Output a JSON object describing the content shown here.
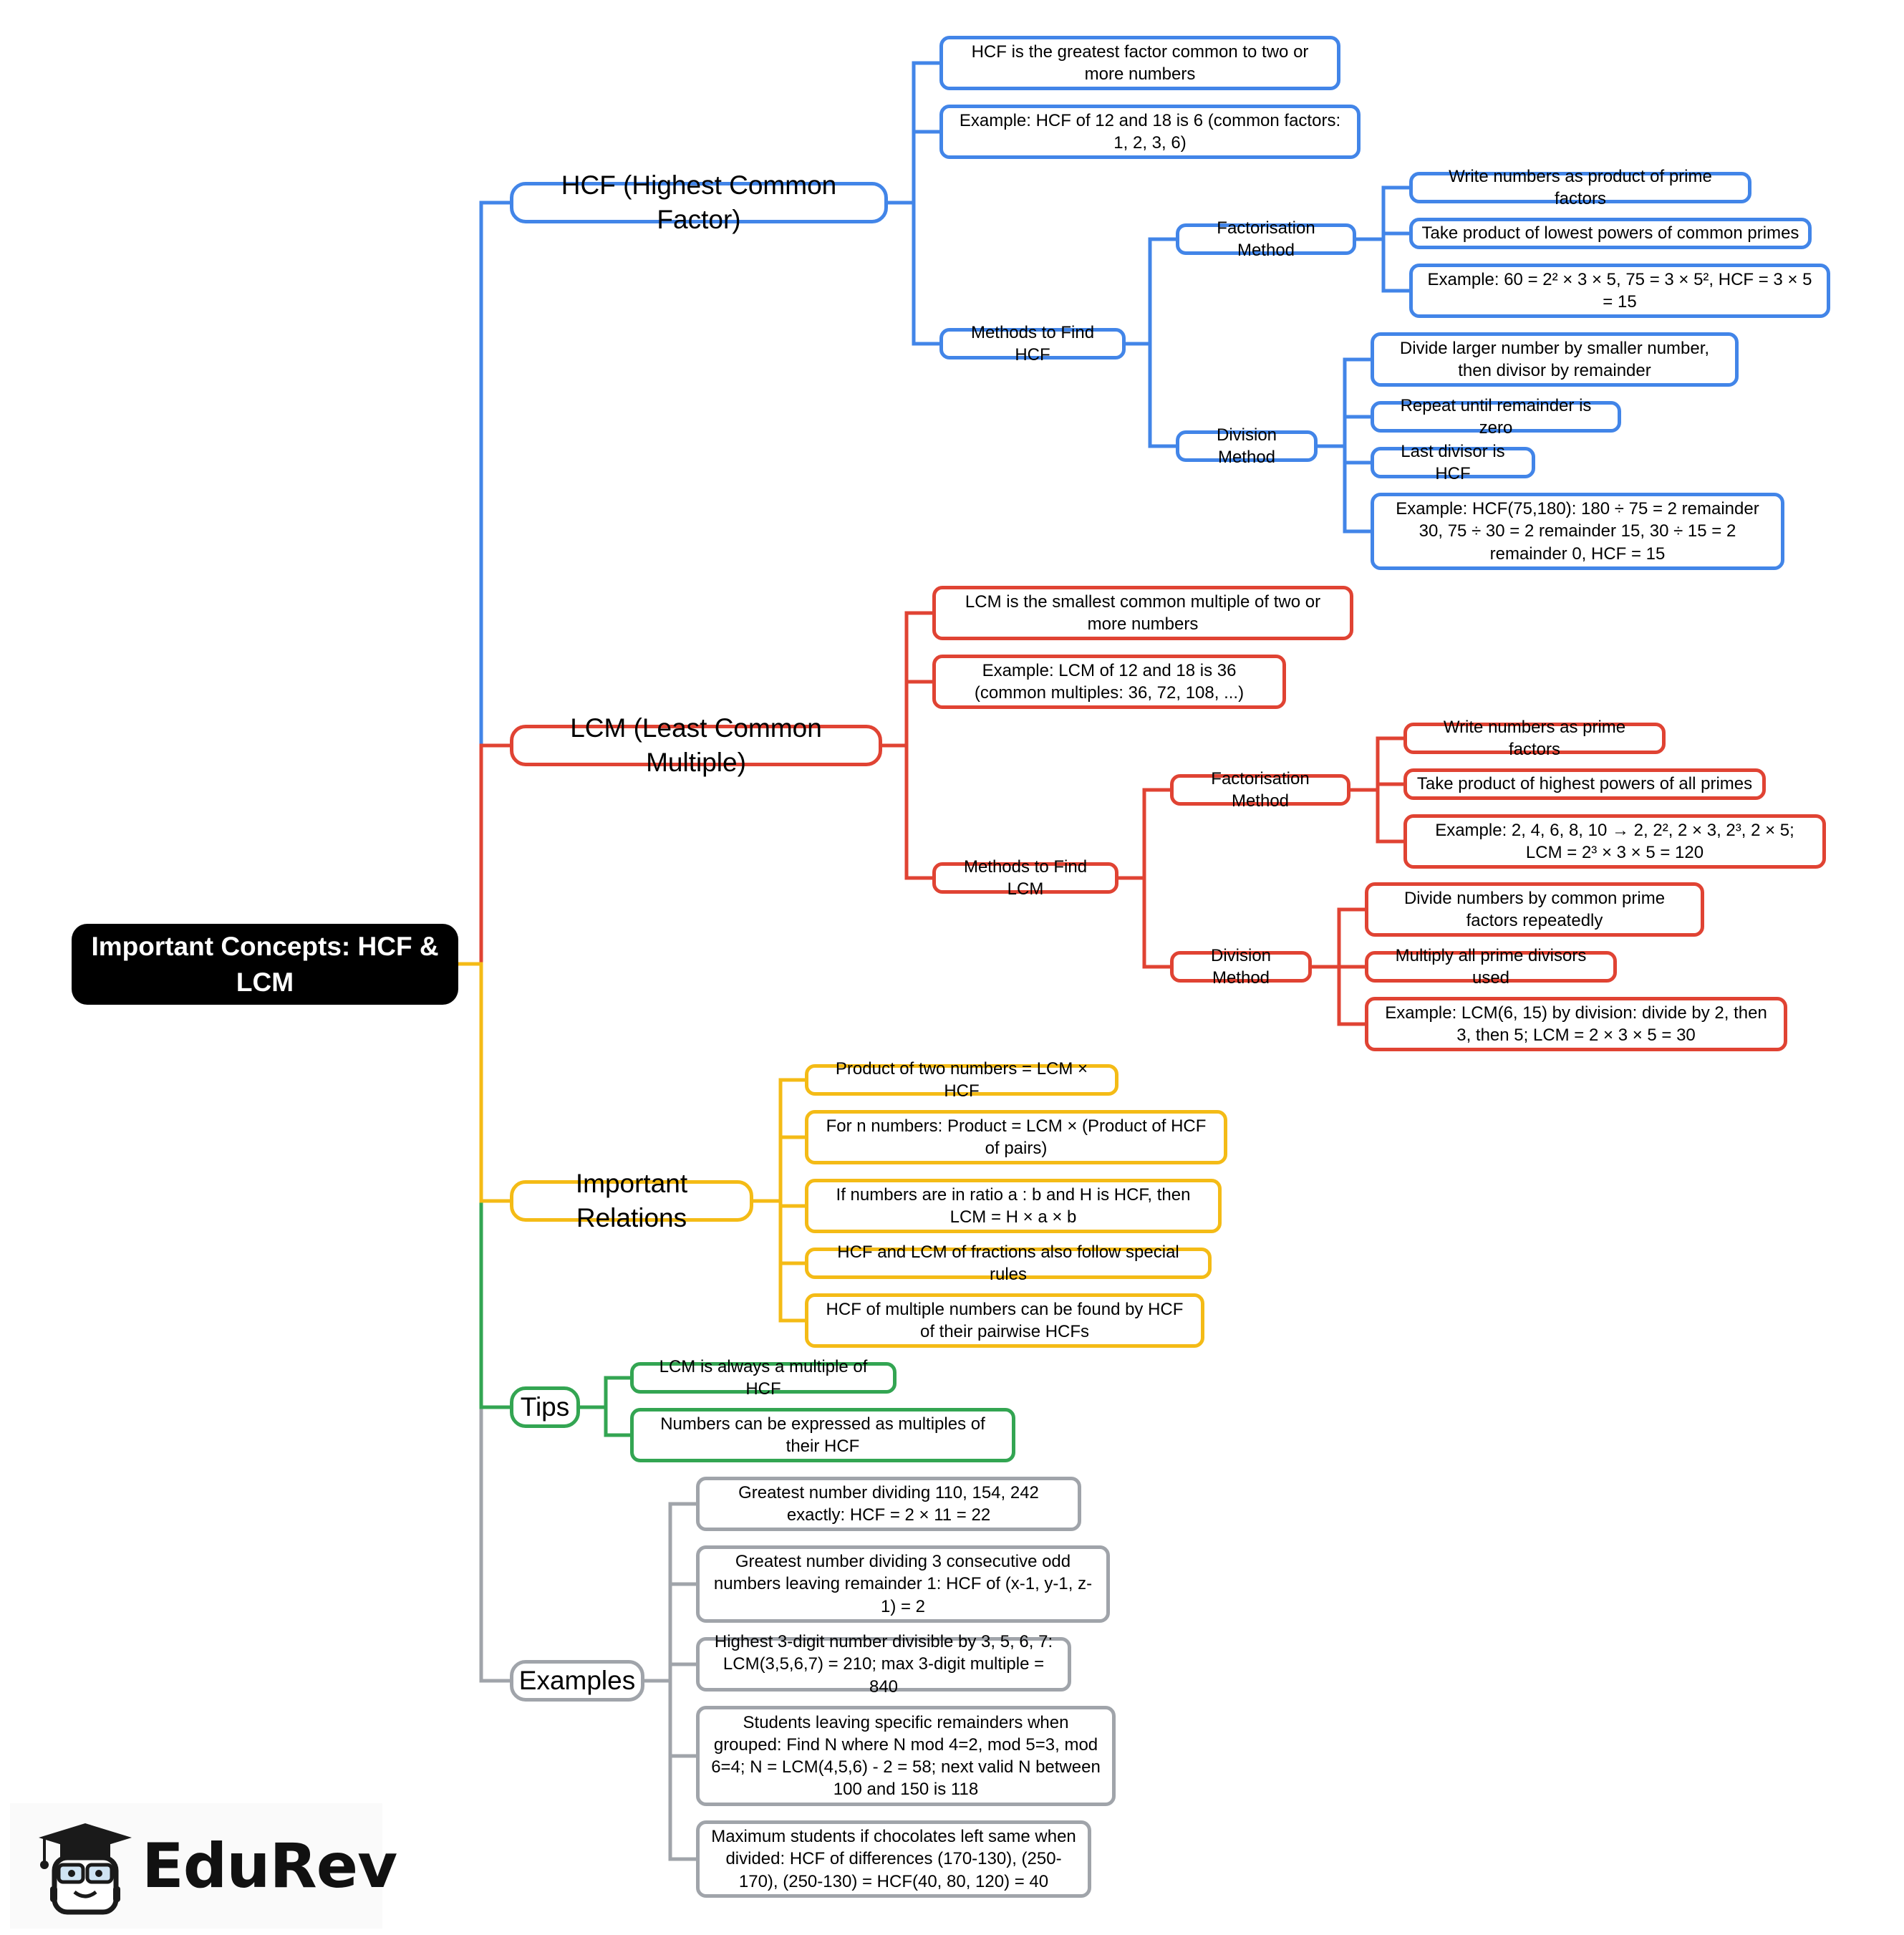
{
  "root": {
    "title": "Important Concepts: HCF & LCM"
  },
  "colors": {
    "hcf": "#4285e8",
    "lcm": "#e04333",
    "relations": "#f4bb16",
    "tips": "#33a552",
    "examples": "#a0a4aa",
    "root": "#000000"
  },
  "hcf": {
    "label": "HCF (Highest Common Factor)",
    "definition": "HCF is the greatest factor common to two or more numbers",
    "example": "Example: HCF of 12 and 18 is 6 (common factors: 1, 2, 3, 6)",
    "methods": {
      "label": "Methods to Find HCF",
      "factorisation": {
        "label": "Factorisation Method",
        "steps": [
          "Write numbers as product of prime factors",
          "Take product of lowest powers of common primes",
          "Example: 60 = 2² × 3 × 5, 75 = 3 × 5², HCF = 3 × 5 = 15"
        ]
      },
      "division": {
        "label": "Division Method",
        "steps": [
          "Divide larger number by smaller number, then divisor by remainder",
          "Repeat until remainder is zero",
          "Last divisor is HCF",
          "Example: HCF(75,180): 180 ÷ 75 = 2 remainder 30, 75 ÷ 30 = 2 remainder 15, 30 ÷ 15 = 2 remainder 0, HCF = 15"
        ]
      }
    }
  },
  "lcm": {
    "label": "LCM (Least Common Multiple)",
    "definition": "LCM is the smallest common multiple of two or more numbers",
    "example": "Example: LCM of 12 and 18 is 36 (common multiples: 36, 72, 108, ...)",
    "methods": {
      "label": "Methods to Find LCM",
      "factorisation": {
        "label": "Factorisation Method",
        "steps": [
          "Write numbers as prime factors",
          "Take product of highest powers of all primes",
          "Example: 2, 4, 6, 8, 10 → 2, 2², 2 × 3, 2³, 2 × 5; LCM = 2³ × 3 × 5 = 120"
        ]
      },
      "division": {
        "label": "Division Method",
        "steps": [
          "Divide numbers by common prime factors repeatedly",
          "Multiply all prime divisors used",
          "Example: LCM(6, 15) by division: divide by 2, then 3, then 5; LCM = 2 × 3 × 5 = 30"
        ]
      }
    }
  },
  "relations": {
    "label": "Important Relations",
    "items": [
      "Product of two numbers = LCM × HCF",
      "For n numbers: Product = LCM × (Product of HCF of pairs)",
      "If numbers are in ratio a : b and H is HCF, then LCM = H × a × b",
      "HCF and LCM of fractions also follow special rules",
      "HCF of multiple numbers can be found by HCF of their pairwise HCFs"
    ]
  },
  "tips": {
    "label": "Tips",
    "items": [
      "LCM is always a multiple of HCF",
      "Numbers can be expressed as multiples of their HCF"
    ]
  },
  "examples": {
    "label": "Examples",
    "items": [
      "Greatest number dividing 110, 154, 242 exactly: HCF = 2 × 11 = 22",
      "Greatest number dividing 3 consecutive odd numbers leaving remainder 1: HCF of (x-1, y-1, z-1) = 2",
      "Highest 3-digit number divisible by 3, 5, 6, 7: LCM(3,5,6,7) = 210; max 3-digit multiple = 840",
      "Students leaving specific remainders when grouped: Find N where N mod 4=2, mod 5=3, mod 6=4; N = LCM(4,5,6) - 2 = 58; next valid N between 100 and 150 is 118",
      "Maximum students if chocolates left same when divided: HCF of differences (170-130), (250-170), (250-130) = HCF(40, 80, 120) = 40"
    ]
  },
  "logo": {
    "text": "EduRev",
    "icon": "graduate-mascot-icon"
  }
}
